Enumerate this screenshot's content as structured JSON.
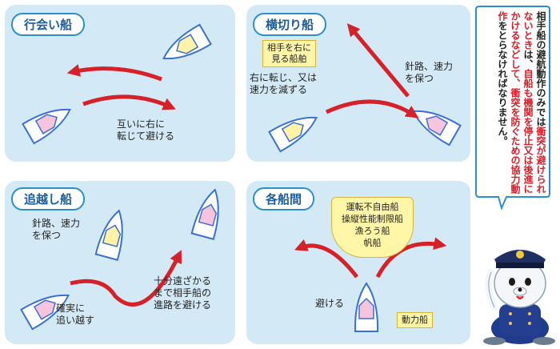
{
  "panels": {
    "head_on": {
      "title": "行会い船",
      "note": "互いに右に\n転じて避ける"
    },
    "crossing": {
      "title": "横切り船",
      "give_way_box": "相手を右に\n見る船舶",
      "give_way_action": "右に転じ、又は\n速力を減ずる",
      "stand_on": "針路、速力\nを保つ"
    },
    "overtaking": {
      "title": "追越し船",
      "stand_on": "針路、速力\nを保つ",
      "action": "確実に\n追い越す",
      "note": "十分遠ざかる\nまで相手船の\n進路を避ける"
    },
    "between_types": {
      "title": "各船間",
      "vessel_types": "運転不自由船\n操縦性能制限船\n漁ろう船\n帆船",
      "avoid": "避ける",
      "power_vessel": "動力船"
    }
  },
  "callout": {
    "text_before": "相手船の避航動作のみでは",
    "text_red1": "衝突が避けられないとき",
    "text_mid": "は、",
    "text_red2": "自船も機関を停止又は後進にかけるなどして、衝突を防ぐための協力動作",
    "text_after": "をとらなければなりません。"
  },
  "colors": {
    "arrow": "#d6202a",
    "panel": "#d3eaf6",
    "title_border": "#2b8ecf",
    "hull_blue": "#3a6fd8",
    "cabin_pink": "#f6c4dc",
    "cabin_yellow": "#fff3a8"
  },
  "icons": {
    "mascot": "seal-captain-mascot",
    "boat": "boat-icon"
  }
}
